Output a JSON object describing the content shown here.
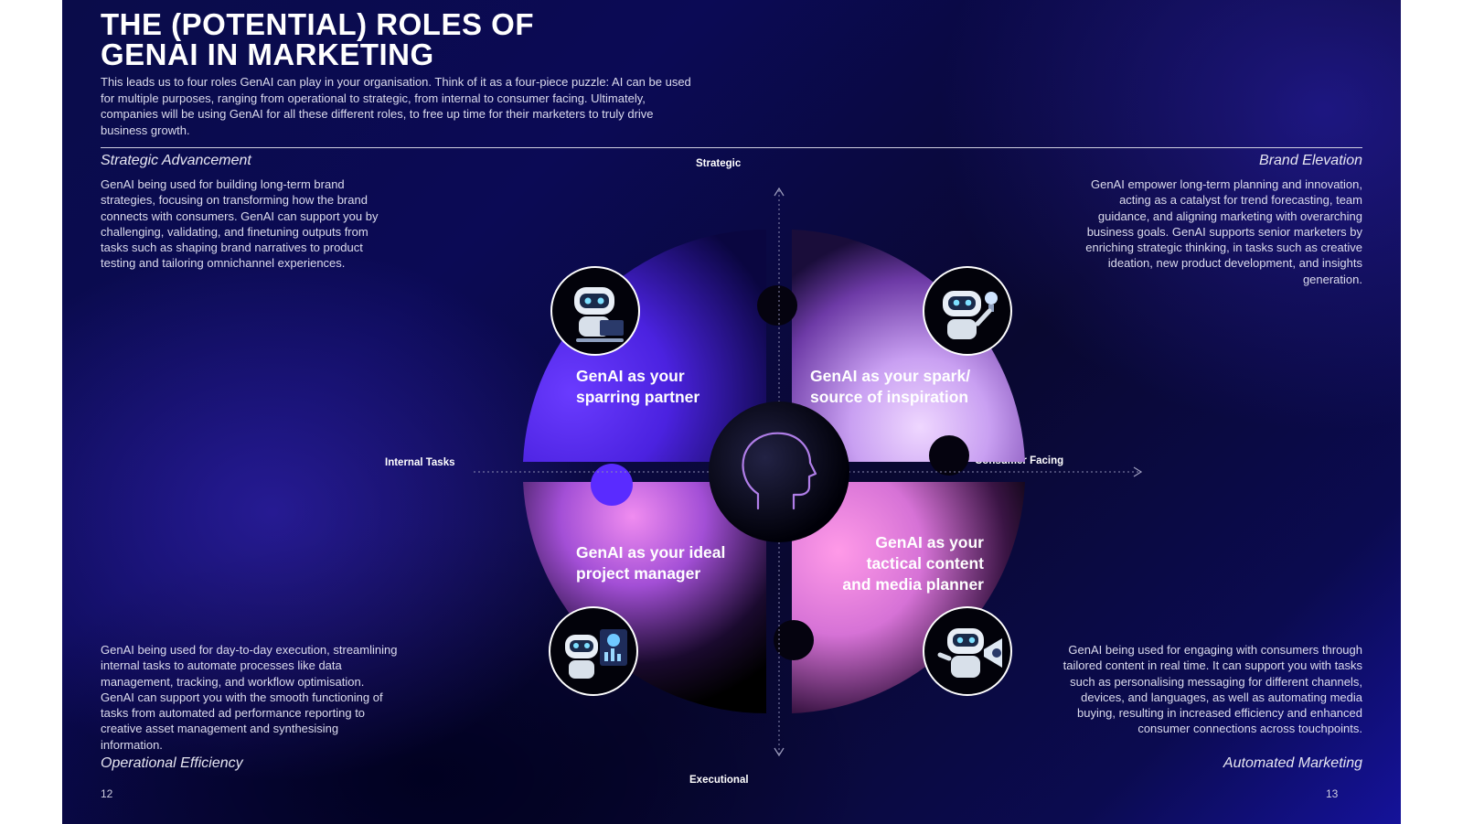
{
  "title": {
    "line1": "THE (POTENTIAL) ROLES OF",
    "line2": "GENAI IN MARKETING"
  },
  "intro": "This leads us to four roles GenAI can play in your organisation. Think of it as a four-piece puzzle: AI can be used for multiple purposes, ranging from operational to strategic, from internal to consumer facing. Ultimately, companies will be using GenAI for all these different roles, to free up time for their marketers to truly drive business growth.",
  "axes": {
    "top": "Strategic",
    "bottom": "Executional",
    "left": "Internal Tasks",
    "right": "Consumer Facing"
  },
  "quadrants": {
    "top_left": {
      "heading": "Strategic Advancement",
      "text": "GenAI being used for building long-term brand strategies, focusing on transforming how the brand connects with consumers. GenAI can support you by challenging, validating, and finetuning outputs from tasks such as shaping brand narratives to product testing and tailoring omnichannel experiences."
    },
    "top_right": {
      "heading": "Brand Elevation",
      "text": "GenAI empower long-term planning and innovation, acting as a catalyst for trend forecasting, team guidance, and aligning marketing with overarching business goals. GenAI supports senior marketers by enriching strategic thinking, in tasks such as creative ideation, new product development, and insights generation."
    },
    "bottom_left": {
      "heading": "Operational Efficiency",
      "text": "GenAI being used for day-to-day execution, streamlining internal tasks to automate processes like data management, tracking, and workflow optimisation. GenAI can support you with the smooth functioning of tasks from automated ad performance reporting to creative asset management and synthesising information."
    },
    "bottom_right": {
      "heading": "Automated Marketing",
      "text": "GenAI being used for engaging with consumers through tailored content in real time. It can support you with tasks such as personalising messaging for different channels, devices, and languages, as well as automating media buying, resulting in increased efficiency and enhanced consumer connections across touchpoints."
    }
  },
  "pieces": {
    "top_left": {
      "line1": "GenAI as your",
      "line2": "sparring partner"
    },
    "top_right": {
      "line1": "GenAI as your spark/",
      "line2": "source of inspiration"
    },
    "bottom_left": {
      "line1": "GenAI as your ideal",
      "line2": "project manager"
    },
    "bottom_right": {
      "line1": "GenAI as your",
      "line2": "tactical content",
      "line3": "and media planner"
    }
  },
  "icons": [
    "robot-coder-icon",
    "robot-idea-icon",
    "robot-analytics-icon",
    "robot-megaphone-icon",
    "head-profile-icon"
  ],
  "page_numbers": {
    "left": "12",
    "right": "13"
  },
  "colors": {
    "background": "#0b0a55",
    "accent_violet": "#5a2bff",
    "accent_pink": "#e879e0",
    "accent_lilac": "#c9a6f0"
  }
}
